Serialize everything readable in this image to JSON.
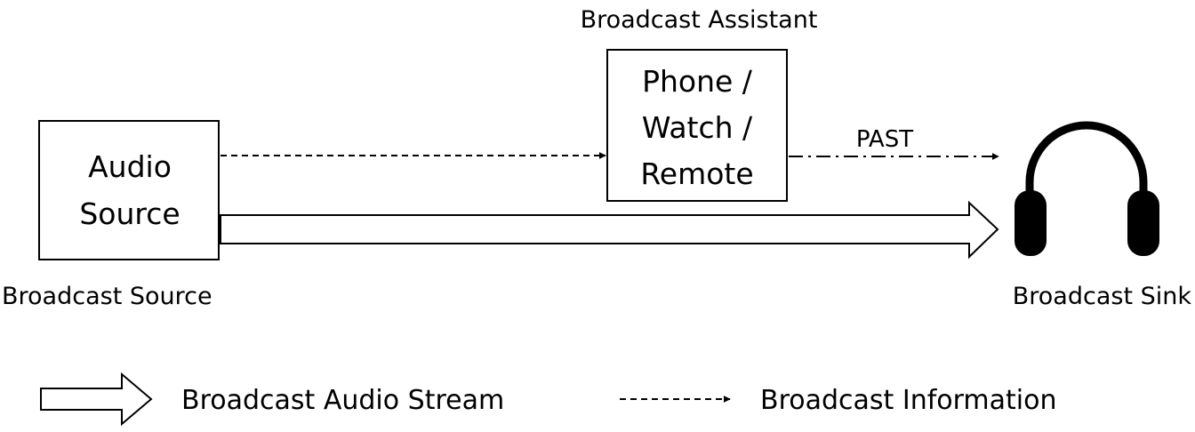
{
  "broadcast_assistant": {
    "caption": "Broadcast Assistant",
    "box_lines": [
      "Phone /",
      "Watch /",
      "Remote"
    ]
  },
  "broadcast_source": {
    "caption": "Broadcast Source",
    "box_lines": [
      "Audio",
      "Source"
    ]
  },
  "broadcast_sink": {
    "caption": "Broadcast Sink",
    "icon": "headphones-icon"
  },
  "connections": {
    "past_label": "PAST"
  },
  "legend": {
    "audio_stream_label": "Broadcast Audio Stream",
    "information_label": "Broadcast Information"
  },
  "colors": {
    "stroke": "#000000",
    "background": "#ffffff"
  }
}
